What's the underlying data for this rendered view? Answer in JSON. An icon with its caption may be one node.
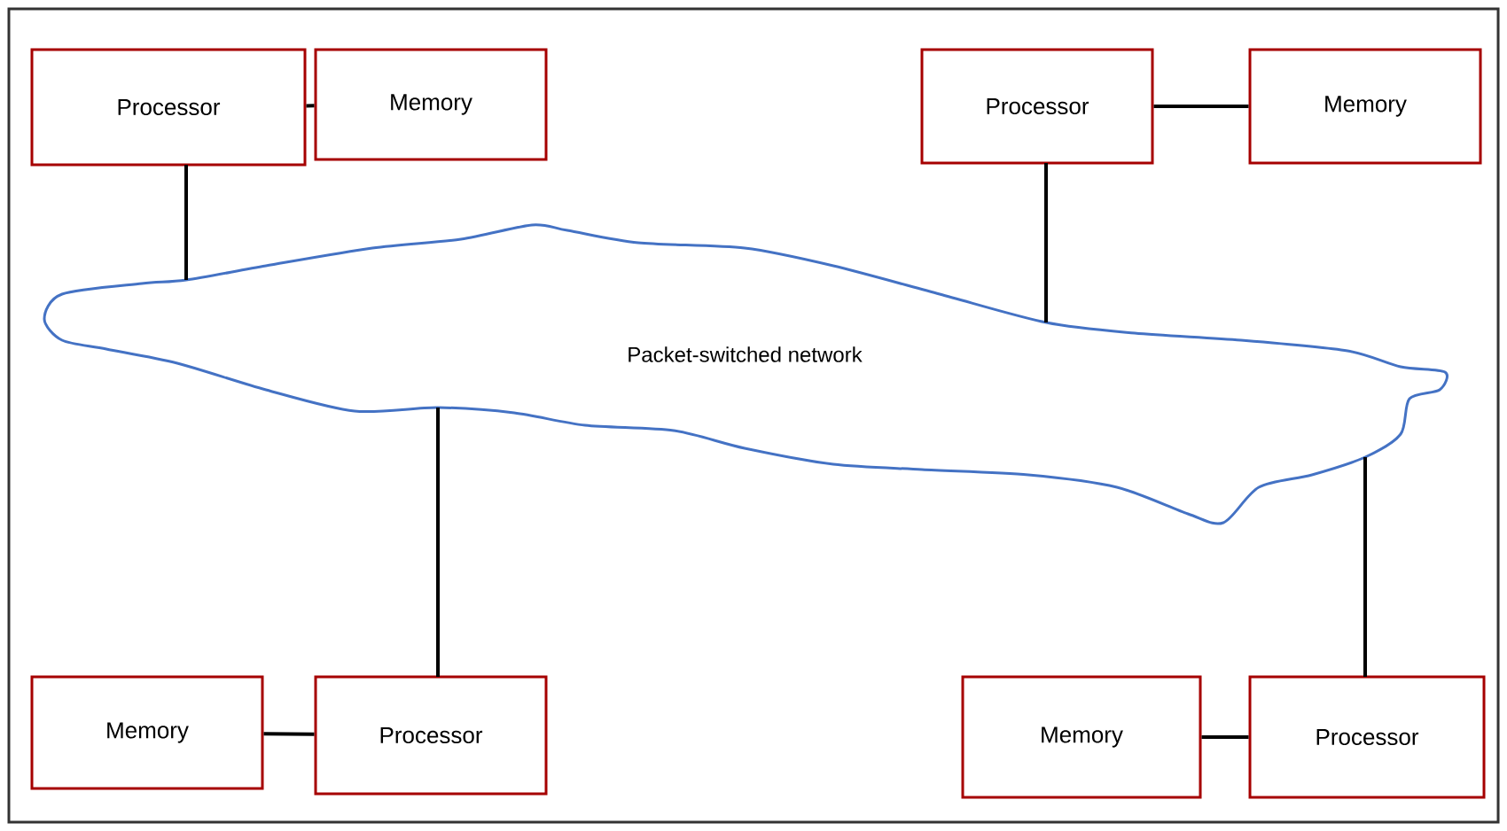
{
  "diagram": {
    "nodes": [
      {
        "text": [
          "Processor"
        ]
      },
      {
        "text": [
          "Memory"
        ]
      },
      {
        "text": [
          "Processor"
        ]
      },
      {
        "text": [
          "Memory"
        ]
      },
      {
        "text": [
          "Packet-switched network"
        ]
      },
      {
        "text": [
          "Memory"
        ]
      },
      {
        "text": [
          "Processor"
        ]
      },
      {
        "text": [
          "Memory"
        ]
      },
      {
        "text": [
          "Processor"
        ]
      }
    ],
    "edges": [
      {
        "from": 0,
        "to": 1,
        "arrow": "none"
      },
      {
        "from": 0,
        "to": 4,
        "arrow": "none"
      },
      {
        "from": 2,
        "to": 3,
        "arrow": "none"
      },
      {
        "from": 2,
        "to": 4,
        "arrow": "none"
      },
      {
        "from": 5,
        "to": 6,
        "arrow": "none"
      },
      {
        "from": 6,
        "to": 4,
        "arrow": "none"
      },
      {
        "from": 7,
        "to": 8,
        "arrow": "none"
      },
      {
        "from": 8,
        "to": 4,
        "arrow": "none"
      }
    ]
  }
}
